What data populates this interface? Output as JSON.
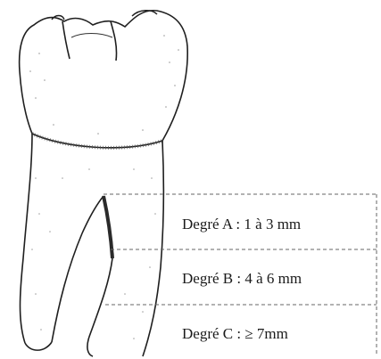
{
  "figure": {
    "degrees": [
      {
        "label": "Degré A : 1 à 3 mm"
      },
      {
        "label": "Degré B : 4 à 6 mm"
      },
      {
        "label": "Degré C : ≥ 7mm"
      }
    ],
    "colors": {
      "outline": "#1f1f1f",
      "shading": "#555555",
      "dashed_lines": "#666666",
      "background": "#ffffff"
    }
  }
}
